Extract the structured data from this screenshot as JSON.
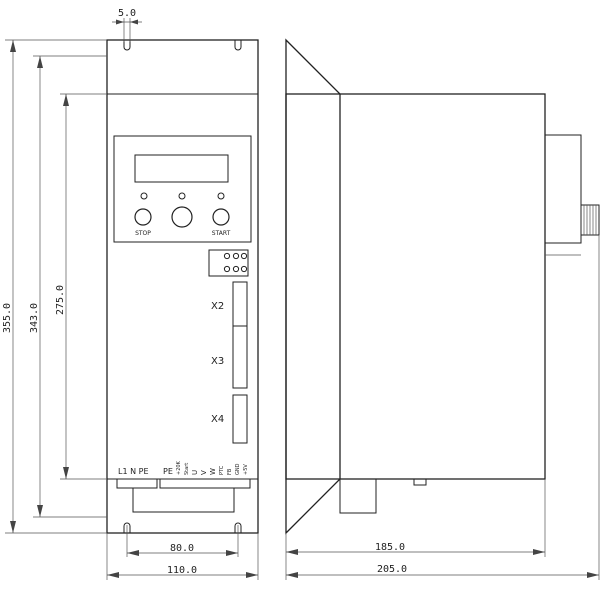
{
  "dimensions": {
    "slot_width": "5.0",
    "total_height": "355.0",
    "body_height": "343.0",
    "panel_height": "275.0",
    "mount_spacing": "80.0",
    "front_width": "110.0",
    "side_depth": "185.0",
    "side_total_depth": "205.0"
  },
  "panel": {
    "stop_label": "STOP",
    "start_label": "START"
  },
  "connectors": {
    "x2": "X2",
    "x3": "X3",
    "x4": "X4"
  },
  "terminals": {
    "power_label": "L1 N PE",
    "pe_label": "PE",
    "small_labels": [
      "+20K",
      "Start",
      "U",
      "V",
      "W",
      "PTC",
      "FB",
      "GND",
      "+5V"
    ]
  }
}
